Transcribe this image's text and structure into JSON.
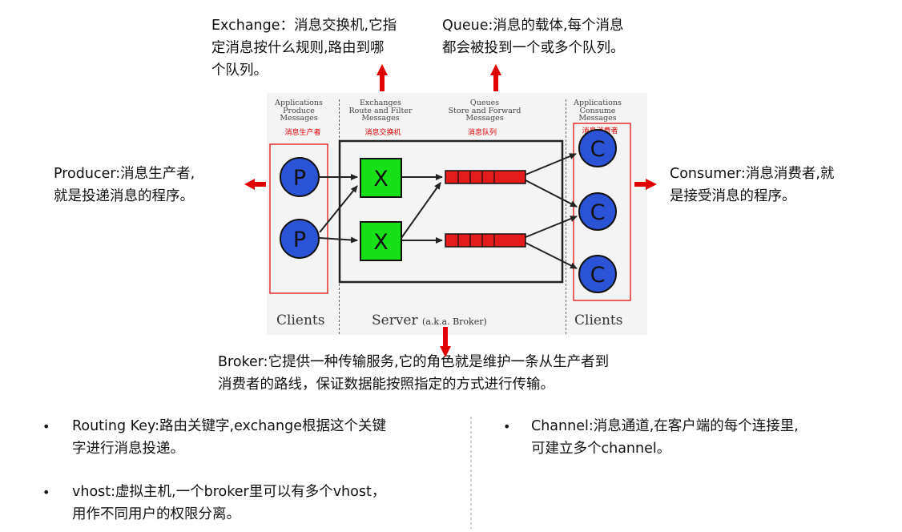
{
  "notes": {
    "exchange": "Exchange：消息交换机,它指\n定消息按什么规则,路由到哪\n个队列。",
    "queue": "Queue:消息的载体,每个消息\n都会被投到一个或多个队列。",
    "producer": "Producer:消息生产者,\n就是投递消息的程序。",
    "consumer": "Consumer:消息消费者,就\n是接受消息的程序。",
    "broker": "Broker:它提供一种传输服务,它的角色就是维护一条从生产者到\n消费者的路线，保证数据能按照指定的方式进行传输。"
  },
  "diagram": {
    "col_producer": "Applications\nProduce\nMessages",
    "col_exchange": "Exchanges\nRoute and Filter\nMessages",
    "col_queue": "Queues\nStore and Forward\nMessages",
    "col_consumer": "Applications\nConsume\nMessages",
    "red_producer": "消息生产者",
    "red_exchange": "消息交换机",
    "red_queue": "消息队列",
    "red_consumer": "消息消费者",
    "producer_letter": "P",
    "exchange_letter": "X",
    "consumer_letter": "C",
    "clients_left": "Clients",
    "server": "Server",
    "server_aka": "(a.k.a. Broker)",
    "clients_right": "Clients"
  },
  "bullets": {
    "routing_key": "Routing Key:路由关键字,exchange根据这个关键\n字进行消息投递。",
    "vhost": "vhost:虚拟主机,一个broker里可以有多个vhost，\n用作不同用户的权限分离。",
    "channel": "Channel:消息通道,在客户端的每个连接里,\n可建立多个channel。",
    "dot": "•"
  },
  "colors": {
    "accent_red": "#e00000",
    "producer_blue": "#2b53d6",
    "exchange_green": "#18e018",
    "queue_red": "#e31b1b"
  }
}
